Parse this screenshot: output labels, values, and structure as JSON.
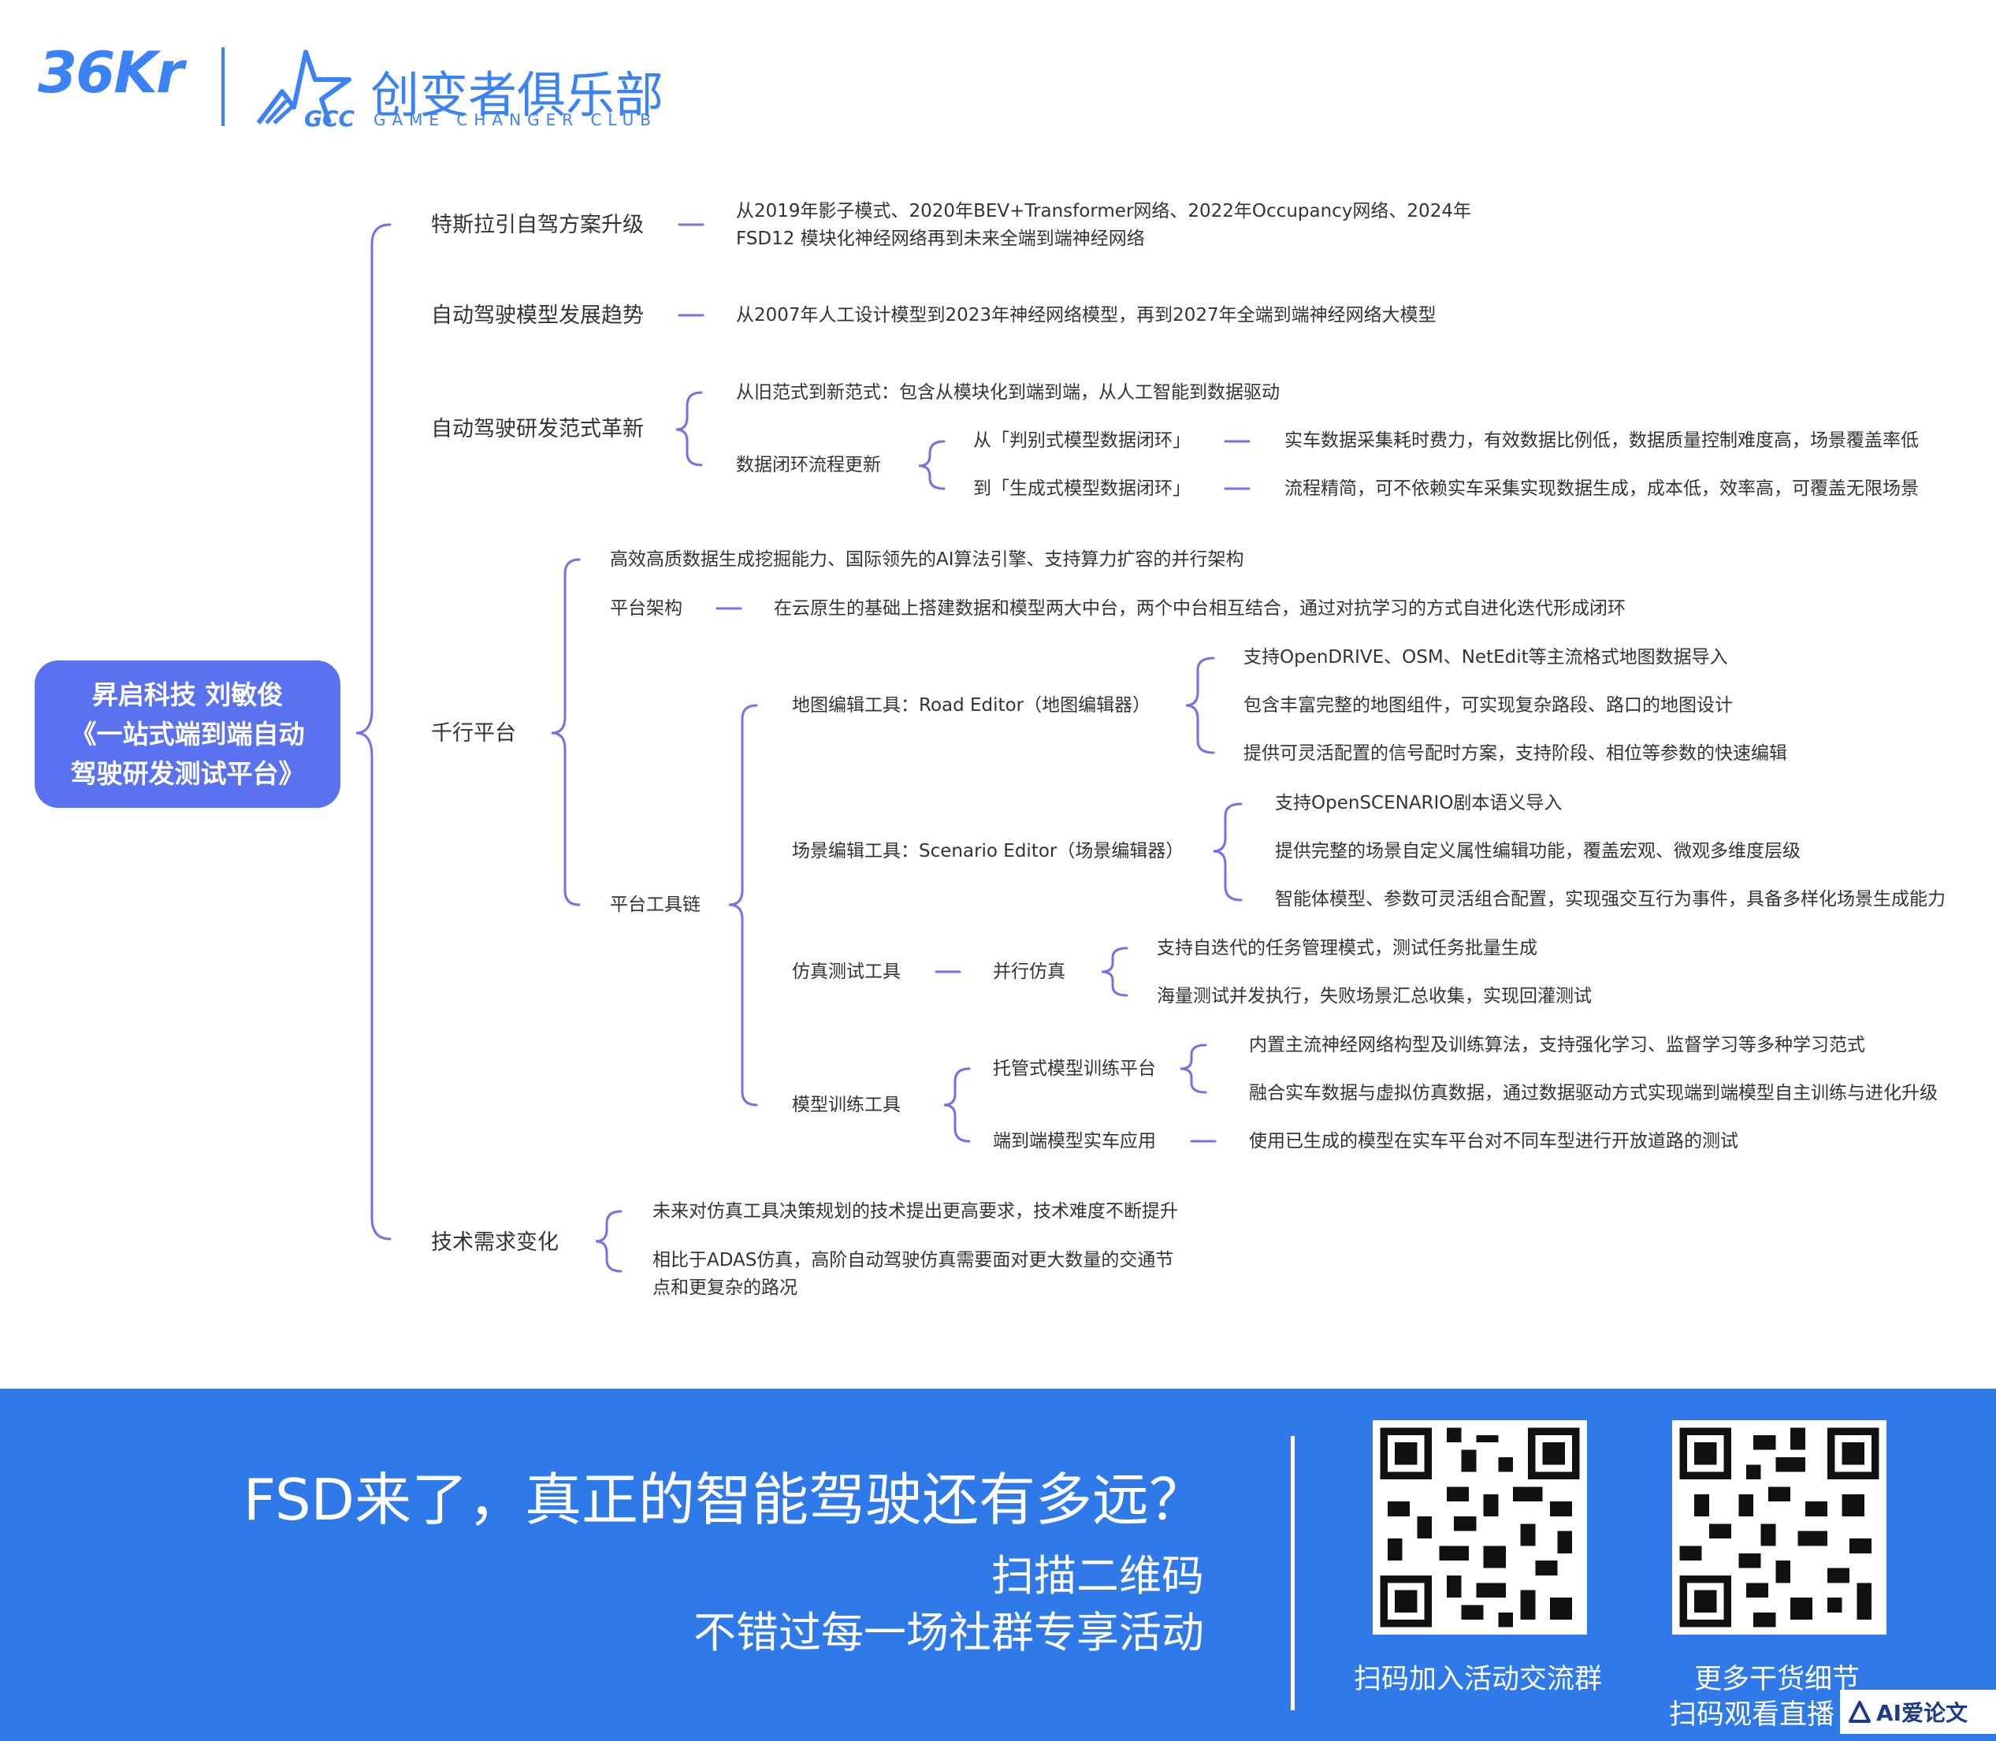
{
  "header": {
    "logo_36kr": "36Kr",
    "club_cn": "创变者俱乐部",
    "club_en": "GAME CHANGER CLUB",
    "club_badge": "GCC"
  },
  "root": {
    "line1": "昇启科技 刘敏俊",
    "line2": "《一站式端到端自动",
    "line3": "驾驶研发测试平台》"
  },
  "branches": {
    "b1": {
      "label": "特斯拉引自驾方案升级",
      "detail_line1": "从2019年影子模式、2020年BEV+Transformer网络、2022年Occupancy网络、2024年",
      "detail_line2": "FSD12 模块化神经网络再到未来全端到端神经网络"
    },
    "b2": {
      "label": "自动驾驶模型发展趋势",
      "detail": "从2007年人工设计模型到2023年神经网络模型，再到2027年全端到端神经网络大模型"
    },
    "b3": {
      "label": "自动驾驶研发范式革新",
      "c1": "从旧范式到新范式：包含从模块化到端到端，从人工智能到数据驱动",
      "c2": "数据闭环流程更新",
      "c2a": "从「判别式模型数据闭环」",
      "c2a_detail": "实车数据采集耗时费力，有效数据比例低，数据质量控制难度高，场景覆盖率低",
      "c2b": "到「生成式模型数据闭环」",
      "c2b_detail": "流程精简，可不依赖实车采集实现数据生成，成本低，效率高，可覆盖无限场景"
    },
    "b4": {
      "label": "千行平台",
      "c1": "高效高质数据生成挖掘能力、国际领先的AI算法引擎、支持算力扩容的并行架构",
      "c2": "平台架构",
      "c2_detail": "在云原生的基础上搭建数据和模型两大中台，两个中台相互结合，通过对抗学习的方式自进化迭代形成闭环",
      "c3": "平台工具链",
      "tool1": "地图编辑工具：Road  Editor（地图编辑器）",
      "tool1_items": [
        "支持OpenDRIVE、OSM、NetEdit等主流格式地图数据导入",
        "包含丰富完整的地图组件，可实现复杂路段、路口的地图设计",
        "提供可灵活配置的信号配时方案，支持阶段、相位等参数的快速编辑"
      ],
      "tool2": "场景编辑工具：Scenario  Editor（场景编辑器）",
      "tool2_items": [
        "支持OpenSCENARIO剧本语义导入",
        "提供完整的场景自定义属性编辑功能，覆盖宏观、微观多维度层级",
        "智能体模型、参数可灵活组合配置，实现强交互行为事件，具备多样化场景生成能力"
      ],
      "tool3": "仿真测试工具",
      "tool3_sub": "并行仿真",
      "tool3_items": [
        "支持自迭代的任务管理模式，测试任务批量生成",
        "海量测试并发执行，失败场景汇总收集，实现回灌测试"
      ],
      "tool4": "模型训练工具",
      "tool4_sub1": "托管式模型训练平台",
      "tool4_sub1_items": [
        "内置主流神经网络构型及训练算法，支持强化学习、监督学习等多种学习范式",
        "融合实车数据与虚拟仿真数据，通过数据驱动方式实现端到端模型自主训练与进化升级"
      ],
      "tool4_sub2": "端到端模型实车应用",
      "tool4_sub2_detail": "使用已生成的模型在实车平台对不同车型进行开放道路的测试"
    },
    "b5": {
      "label": "技术需求变化",
      "c1": "未来对仿真工具决策规划的技术提出更高要求，技术难度不断提升",
      "c2_line1": "相比于ADAS仿真，高阶自动驾驶仿真需要面对更大数量的交通节",
      "c2_line2": "点和更复杂的路况"
    }
  },
  "footer": {
    "headline": "FSD来了，真正的智能驾驶还有多远？",
    "sub1": "扫描二维码",
    "sub2": "不错过每一场社群专享活动",
    "qr1_caption": "扫码加入活动交流群",
    "qr2_caption1": "更多干货细节",
    "qr2_caption2": "扫码观看直播",
    "watermark": "AI爱论文"
  },
  "colors": {
    "accent": "#5a72f0",
    "connector": "#7b6ee8",
    "footer_bg": "#2f7ae8",
    "logo_blue": "#3b82f6"
  }
}
